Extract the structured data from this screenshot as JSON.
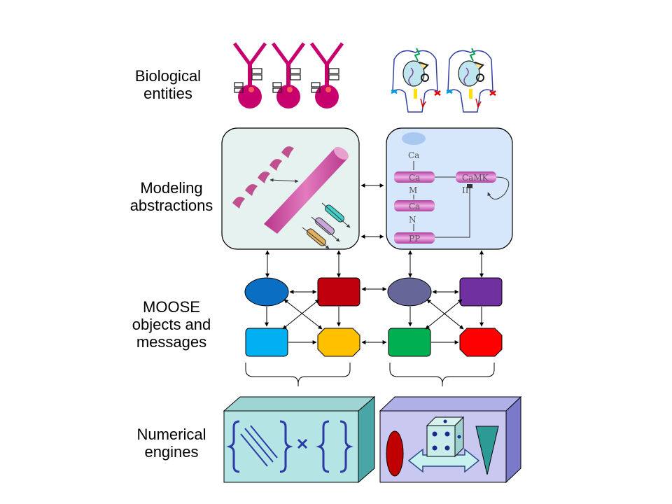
{
  "labels": {
    "biological": [
      "Biological",
      "entities"
    ],
    "modeling": [
      "Modeling",
      "abstractions"
    ],
    "moose": [
      "MOOSE",
      "objects and",
      "messages"
    ],
    "numerical": [
      "Numerical",
      "engines"
    ]
  },
  "signaling": {
    "ca_top": "Ca",
    "cam": [
      "Ca",
      "M"
    ],
    "can": [
      "Ca",
      "N"
    ],
    "pp": "PP",
    "camk": "CaMK",
    "camk2": "II"
  },
  "colors": {
    "neuron": "#c8006e",
    "panel_left": "#e6f2f0",
    "panel_right": "#d6e6fb",
    "node_blue_ellipse": "#0a6fc2",
    "node_dark_red": "#c0000c",
    "node_slate_ellipse": "#666699",
    "node_purple": "#7030a0",
    "node_sky": "#00b0f0",
    "node_gold": "#ffc000",
    "node_green": "#00b050",
    "node_red": "#ff0000",
    "box_left": "#b5e4e4",
    "box_right": "#c8c8f0"
  }
}
